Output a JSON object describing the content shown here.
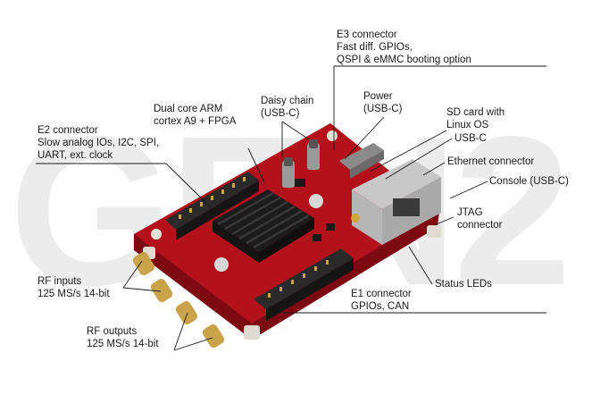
{
  "background_text": "GEN2",
  "colors": {
    "board": "#b3111c",
    "board_edge": "#7d0a12",
    "watermark": "#ececec",
    "heatsink": "#232323",
    "header": "#2a2a2a",
    "gold": "#c9a24a",
    "leader": "#1a1a1a"
  },
  "labels": {
    "e3_connector": [
      "E3 connector",
      "Fast diff. GPIOs,",
      "QSPI & eMMC booting option"
    ],
    "dual_core": [
      "Dual core ARM",
      "cortex A9 + FPGA"
    ],
    "daisy_chain": [
      "Daisy chain",
      "(USB-C)"
    ],
    "power": [
      "Power",
      "(USB-C)"
    ],
    "sd_card": [
      "SD card with",
      "Linux OS"
    ],
    "usb_c": [
      "USB-C"
    ],
    "ethernet": [
      "Ethernet connector"
    ],
    "console": [
      "Console (USB-C)"
    ],
    "jtag": [
      "JTAG",
      "connector"
    ],
    "e2_connector": [
      "E2 connector",
      "Slow analog IOs, I2C, SPI,",
      "UART, ext. clock"
    ],
    "rf_inputs": [
      "RF inputs",
      "125 MS/s 14-bit"
    ],
    "rf_outputs": [
      "RF outputs",
      "125 MS/s 14-bit"
    ],
    "status_leds": [
      "Status LEDs"
    ],
    "e1_connector": [
      "E1 connector",
      "GPIOs, CAN"
    ]
  }
}
